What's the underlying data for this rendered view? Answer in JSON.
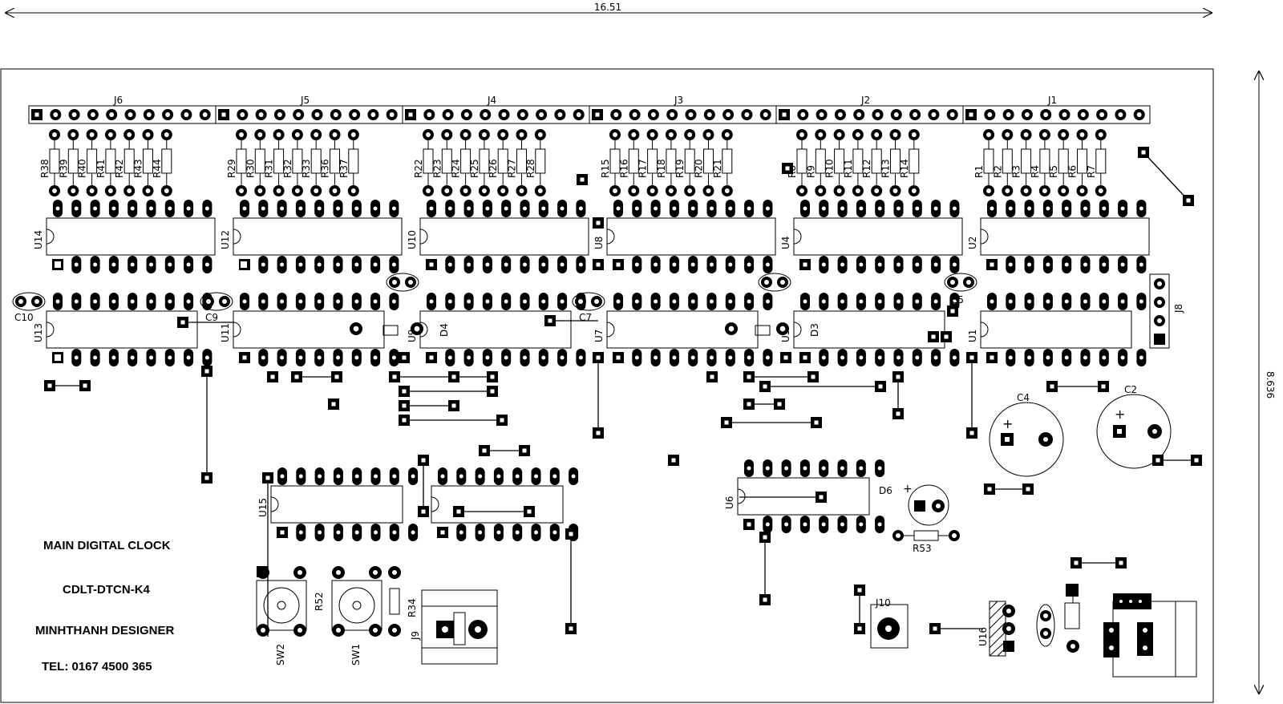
{
  "dimensions": {
    "width": "16.51",
    "height": "8.636"
  },
  "headers": [
    "J6",
    "J5",
    "J4",
    "J3",
    "J2",
    "J1"
  ],
  "resistor_groups": [
    [
      "R38",
      "R39",
      "R40",
      "R41",
      "R42",
      "R43",
      "R44"
    ],
    [
      "R29",
      "R30",
      "R31",
      "R32",
      "R33",
      "R36",
      "R37"
    ],
    [
      "R22",
      "R23",
      "R24",
      "R25",
      "R26",
      "R27",
      "R28"
    ],
    [
      "R15",
      "R16",
      "R17",
      "R18",
      "R19",
      "R20",
      "R21"
    ],
    [
      "R8",
      "R9",
      "R10",
      "R11",
      "R12",
      "R13",
      "R14"
    ],
    [
      "R1",
      "R2",
      "R3",
      "R4",
      "R5",
      "R6",
      "R7"
    ]
  ],
  "ic_top": [
    "U14",
    "U12",
    "U10",
    "U8",
    "U4",
    "U2"
  ],
  "ic_bottom": [
    "U13",
    "U11",
    "U9",
    "U7",
    "U3",
    "U1"
  ],
  "capacitors_small": [
    "C10",
    "C9",
    "C7",
    "C5"
  ],
  "diodes": [
    "D4",
    "D3",
    "D6"
  ],
  "misc": {
    "j8": "J8",
    "c4": "C4",
    "c2": "C2",
    "u15": "U15",
    "u6": "U6",
    "r53": "R53",
    "r52": "R52",
    "r34": "R34",
    "j9": "J9",
    "sw2": "SW2",
    "sw1": "SW1",
    "j10": "J10",
    "u16": "U16",
    "plus": "+"
  },
  "title_block": {
    "line1": "MAIN DIGITAL CLOCK",
    "line2": "CDLT-DTCN-K4",
    "line3": "MINHTHANH DESIGNER",
    "line4": "TEL: 0167 4500 365"
  }
}
